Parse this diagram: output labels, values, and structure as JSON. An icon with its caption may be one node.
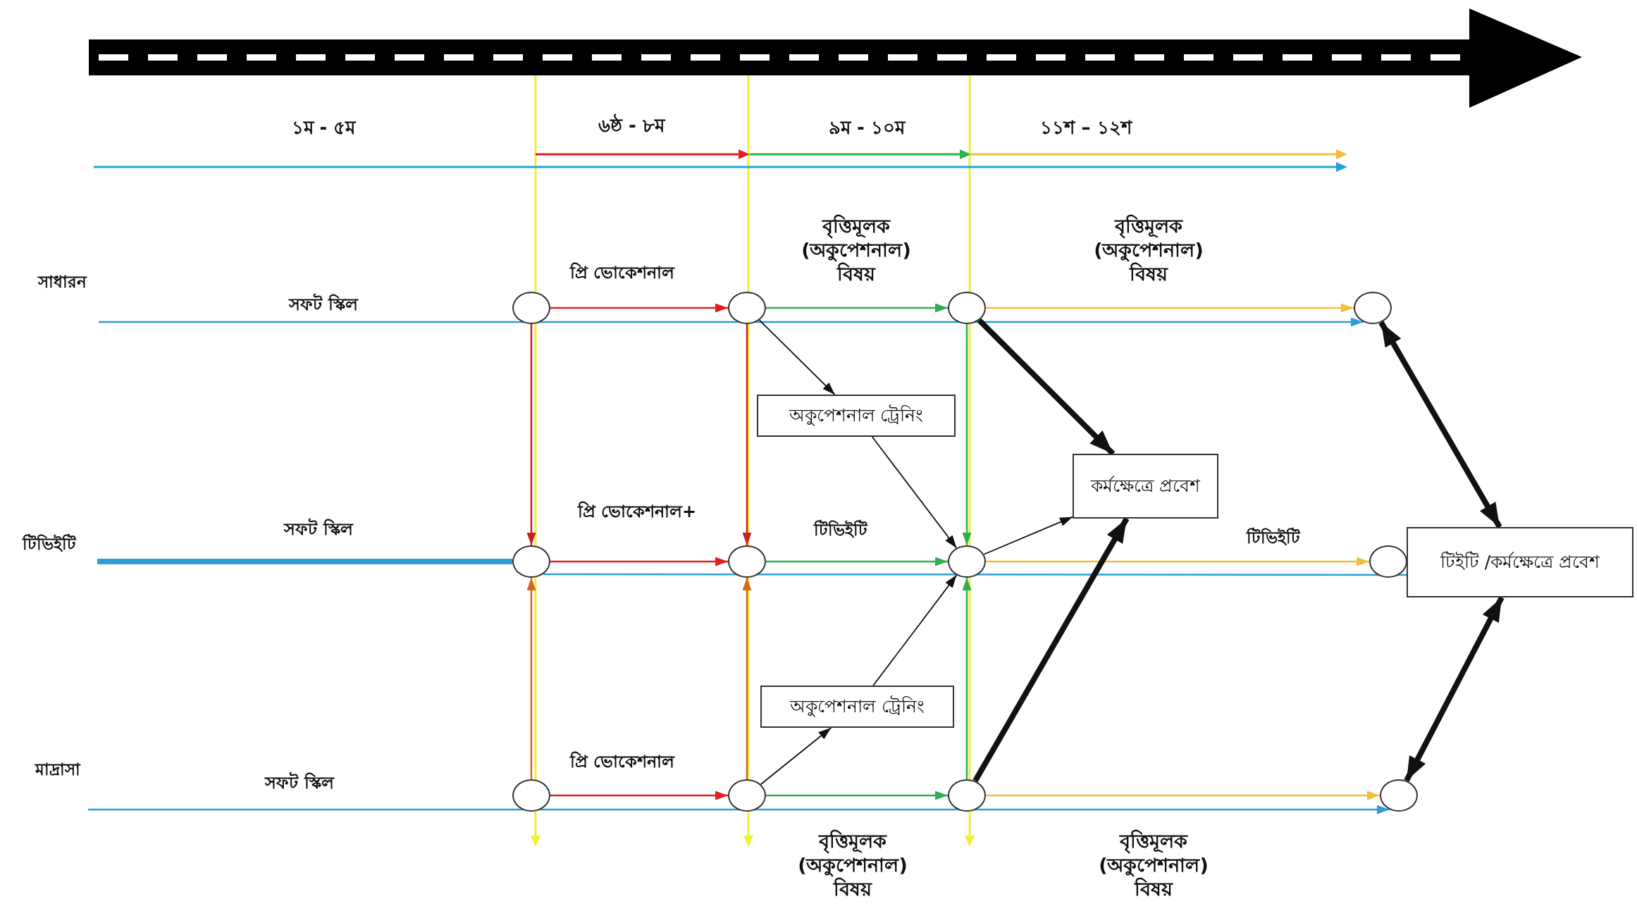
{
  "diagram": {
    "nodes": [
      {
        "text": [],
        "shape": "circle"
      },
      {
        "text": [],
        "shape": "circle"
      },
      {
        "text": [],
        "shape": "circle"
      },
      {
        "text": [],
        "shape": "circle"
      },
      {
        "text": [
          "অকুপেশনাল ট্রেনিং"
        ]
      },
      {
        "text": [
          "কর্মক্ষেত্রে প্রবেশ"
        ]
      },
      {
        "text": [],
        "shape": "circle"
      },
      {
        "text": [],
        "shape": "circle"
      },
      {
        "text": [],
        "shape": "circle"
      },
      {
        "text": [],
        "shape": "circle"
      },
      {
        "text": [
          "টিইটি /কর্মক্ষেত্রে প্রবেশ"
        ]
      },
      {
        "text": [
          "অকুপেশনাল ট্রেনিং"
        ]
      },
      {
        "text": [],
        "shape": "circle"
      },
      {
        "text": [],
        "shape": "circle"
      },
      {
        "text": [],
        "shape": "circle"
      },
      {
        "text": [],
        "shape": "circle"
      }
    ],
    "edges": [
      {
        "from": 0,
        "to": 1,
        "arrow": "to",
        "color": "#e02020"
      },
      {
        "from": 1,
        "to": 2,
        "arrow": "to",
        "color": "#2eb04f"
      },
      {
        "from": 2,
        "to": 3,
        "arrow": "to",
        "color": "#f2bd3c"
      },
      {
        "from": null,
        "to": 3,
        "arrow": "to",
        "color": "#2a9fd6"
      },
      {
        "from": 0,
        "to": 6,
        "arrow": "to",
        "color": "#c8201e"
      },
      {
        "from": 1,
        "to": 7,
        "arrow": "to",
        "color": "#c8201e"
      },
      {
        "from": 2,
        "to": 8,
        "arrow": "to",
        "color": "#2eb04f"
      },
      {
        "from": 1,
        "to": 4,
        "arrow": "to"
      },
      {
        "from": 4,
        "to": 8,
        "arrow": "to"
      },
      {
        "from": 2,
        "to": 5,
        "arrow": "to",
        "style": "thick"
      },
      {
        "from": 3,
        "to": 10,
        "arrow": "both",
        "style": "thick"
      },
      {
        "from": 8,
        "to": 5,
        "arrow": "to"
      },
      {
        "from": null,
        "to": 6,
        "arrow": "none",
        "style": "thick",
        "color": "#2a9fd6"
      },
      {
        "from": 6,
        "to": 7,
        "arrow": "to",
        "color": "#e02020"
      },
      {
        "from": 7,
        "to": 8,
        "arrow": "to",
        "color": "#2eb04f"
      },
      {
        "from": 8,
        "to": 9,
        "arrow": "to",
        "color": "#f2bd3c"
      },
      {
        "from": 6,
        "to": 10,
        "arrow": "none",
        "color": "#2a9fd6"
      },
      {
        "from": 12,
        "to": 6,
        "arrow": "to",
        "color": "#d2691e"
      },
      {
        "from": 13,
        "to": 7,
        "arrow": "to",
        "color": "#d2691e"
      },
      {
        "from": 14,
        "to": 8,
        "arrow": "to",
        "color": "#2eb04f"
      },
      {
        "from": 13,
        "to": 11,
        "arrow": "to"
      },
      {
        "from": 11,
        "to": 8,
        "arrow": "to"
      },
      {
        "from": 14,
        "to": 5,
        "arrow": "to",
        "style": "thick"
      },
      {
        "from": 15,
        "to": 10,
        "arrow": "both",
        "style": "thick"
      },
      {
        "from": 12,
        "to": 13,
        "arrow": "to",
        "color": "#e02020"
      },
      {
        "from": 13,
        "to": 14,
        "arrow": "to",
        "color": "#2eb04f"
      },
      {
        "from": 14,
        "to": 15,
        "arrow": "to",
        "color": "#f2bd3c"
      },
      {
        "from": null,
        "to": 15,
        "arrow": "to",
        "color": "#2a9fd6"
      }
    ],
    "labels": [
      "১ম - ৫ম",
      "৬ষ্ঠ - ৮ম",
      "৯ম - ১০ম",
      "১১শ – ১২শ",
      "বৃত্তিমূলক (অকুপেশনাল) বিষয়",
      "বৃত্তিমূলক (অকুপেশনাল) বিষয়",
      "সাধারন",
      "সফট স্কিল",
      "প্রি ভোকেশনাল",
      "টিভিইটি",
      "সফট স্কিল",
      "প্রি ভোকেশনাল+",
      "টিভিইটি",
      "টিভিইটি",
      "মাদ্রাসা",
      "সফট স্কিল",
      "প্রি ভোকেশনাল",
      "বৃত্তিমূলক (অকুপেশনাল) বিষয়",
      "বৃত্তিমূলক (অকুপেশনাল) বিষয়"
    ]
  }
}
